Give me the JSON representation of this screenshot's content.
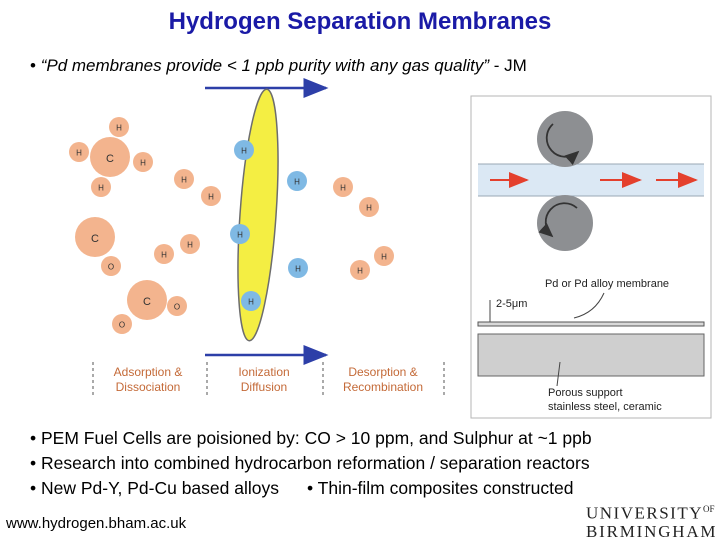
{
  "title": "Hydrogen Separation Membranes",
  "quote": {
    "bullet": "•",
    "text": "“Pd membranes provide < 1 ppb purity with any gas quality”",
    "attribution": "- JM"
  },
  "atoms": {
    "h": "H",
    "c": "C",
    "o": "O"
  },
  "stages": {
    "adsorption_1": "Adsorption &",
    "adsorption_2": "Dissociation",
    "ionization_1": "Ionization",
    "ionization_2": "Diffusion",
    "desorption_1": "Desorption &",
    "desorption_2": "Recombination"
  },
  "inset": {
    "membrane_label": "Pd or Pd alloy membrane",
    "thickness_label": "2-5μm",
    "support_1": "Porous support",
    "support_2": "stainless steel, ceramic"
  },
  "bullets": [
    "• PEM Fuel Cells are poisioned by: CO > 10 ppm, and Sulphur at ~1 ppb",
    "• Research into combined hydrocarbon reformation / separation reactors",
    "• New Pd-Y, Pd-Cu based alloys",
    "• Thin-film composites constructed"
  ],
  "website": "www.hydrogen.bham.ac.uk",
  "logo": {
    "line1": "UNIVERSITY",
    "of": "OF",
    "line2": "BIRMINGHAM"
  },
  "colors": {
    "title": "#1a1aa6",
    "atom_orange": "#f3b48e",
    "atom_blue": "#7fb9e4",
    "membrane_yellow": "#f4ee43",
    "arrow_blue": "#2d3fa8",
    "stage_text": "#c46a38",
    "roller_gray": "#8d8f92",
    "gas_stream": "#dbe8f4",
    "arrow_red": "#e4402d"
  }
}
